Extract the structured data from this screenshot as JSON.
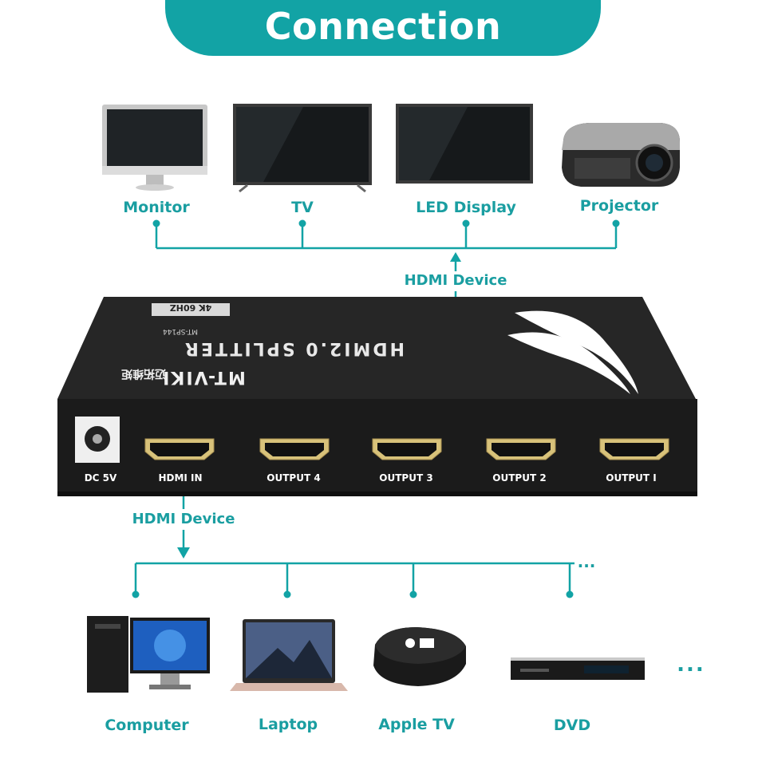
{
  "header": {
    "title": "Connection"
  },
  "outputs": {
    "bus_label": "HDMI Device",
    "items": [
      {
        "label": "Monitor"
      },
      {
        "label": "TV"
      },
      {
        "label": "LED Display"
      },
      {
        "label": "Projector"
      }
    ]
  },
  "splitter": {
    "brand": "MT-VIKI",
    "brand_cn": "迈拓维矩",
    "product": "HDMI2.0 SPLITTER",
    "model": "MT-SP144",
    "badge": "4K 60HZ",
    "ports": [
      {
        "label": "DC 5V"
      },
      {
        "label": "HDMI IN"
      },
      {
        "label": "OUTPUT 4"
      },
      {
        "label": "OUTPUT 3"
      },
      {
        "label": "OUTPUT 2"
      },
      {
        "label": "OUTPUT I"
      }
    ]
  },
  "inputs": {
    "bus_label": "HDMI Device",
    "more_indicator": "...",
    "items": [
      {
        "label": "Computer"
      },
      {
        "label": "Laptop"
      },
      {
        "label": "Apple TV"
      },
      {
        "label": "DVD"
      }
    ],
    "more_devices": "..."
  },
  "colors": {
    "accent": "#12a3a5",
    "splitter_body": "#1b1b1b",
    "hdmi_gold": "#d8c27a"
  }
}
